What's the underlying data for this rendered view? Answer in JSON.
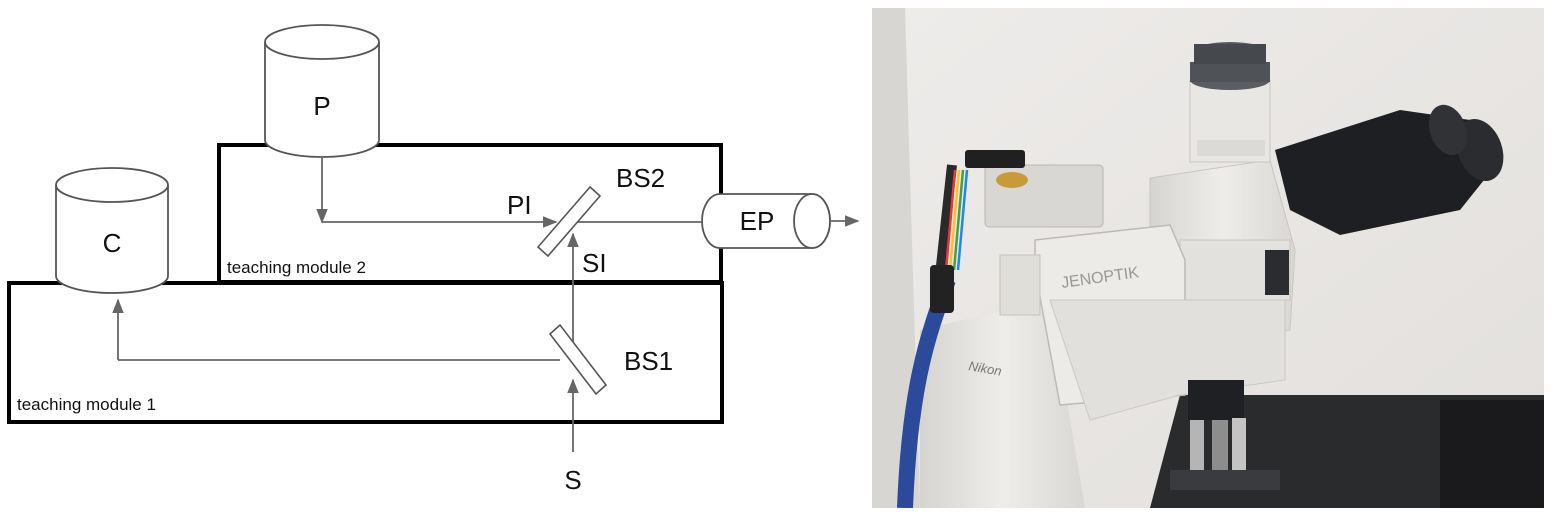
{
  "diagram": {
    "labels": {
      "p": "P",
      "c": "C",
      "ep": "EP",
      "bs1": "BS1",
      "bs2": "BS2",
      "pi": "PI",
      "si": "SI",
      "s": "S",
      "module1": "teaching module 1",
      "module2": "teaching module 2"
    }
  },
  "photo": {
    "brand_label": "JENOPTIK",
    "microscope_label": "Nikon",
    "colors": {
      "wall": "#e9e7e5",
      "body": "#e6e4e1",
      "black": "#1d1f22",
      "cable_blue": "#2c4a9a",
      "stage": "#2a2b2d"
    }
  }
}
